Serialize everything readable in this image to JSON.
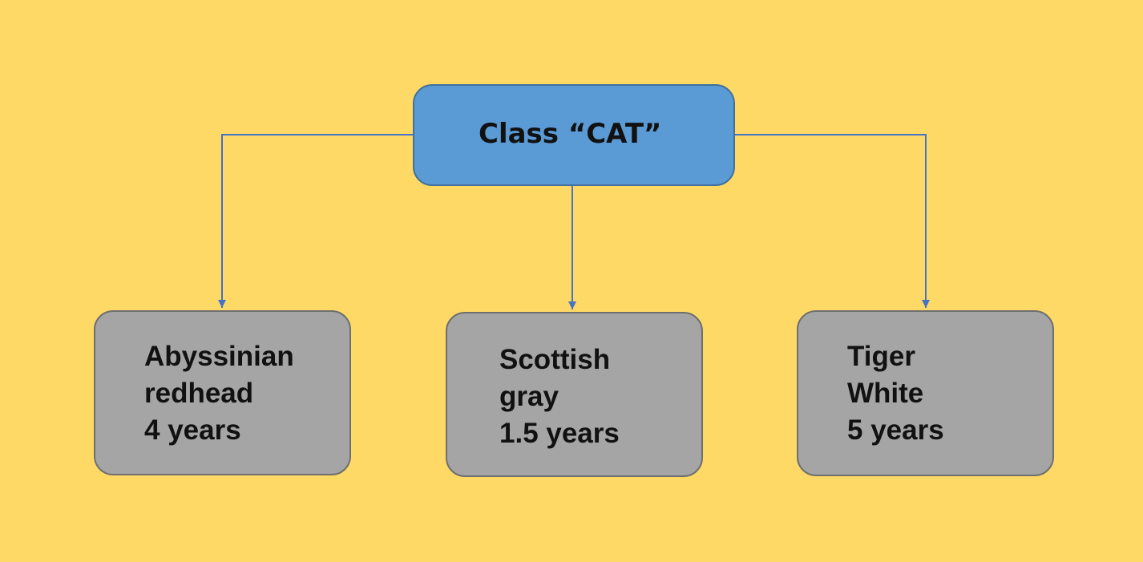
{
  "colors": {
    "background": "#ffd966",
    "root_fill": "#5b9bd5",
    "child_fill": "#a5a5a5",
    "connector": "#4472c4"
  },
  "root": {
    "label": "Class “CAT”"
  },
  "children": [
    {
      "lines": [
        "Abyssinian",
        "redhead",
        "4 years"
      ]
    },
    {
      "lines": [
        "Scottish",
        "gray",
        "1.5 years"
      ]
    },
    {
      "lines": [
        "Tiger",
        "White",
        "5 years"
      ]
    }
  ]
}
